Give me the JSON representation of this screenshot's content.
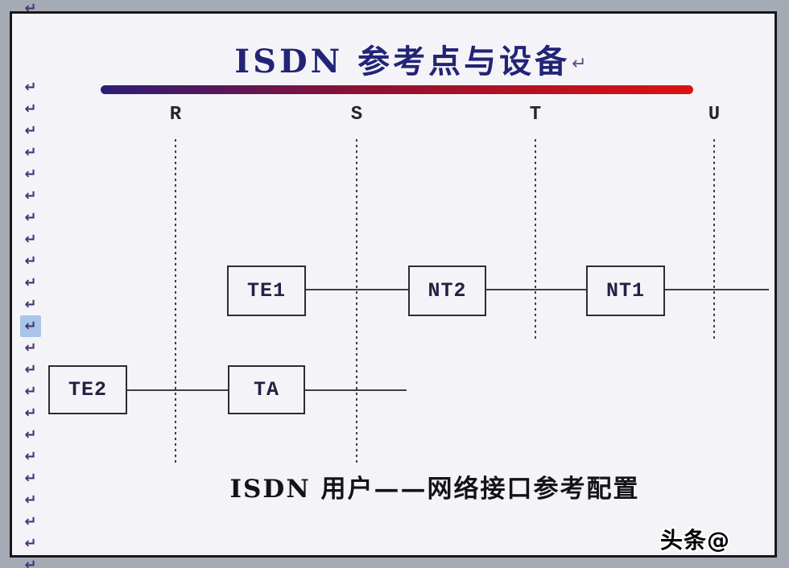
{
  "colors": {
    "outside_bg": "#a4abb5",
    "page_bg": "#f4f4f8",
    "page_border": "#17171c",
    "title": "#232377",
    "bar_left": "#2e1c78",
    "bar_mid": "#8e1133",
    "bar_right": "#dd1111",
    "diagram_line": "#3e3e48",
    "box_border": "#2c2c34",
    "box_label": "#262043",
    "ref_label": "#26262c",
    "caption": "#141418",
    "mark": "#453575",
    "mark_highlight_bg": "#a9c6e9",
    "watermark": "#000000"
  },
  "title": {
    "text": "ISDN 参考点与设备",
    "return_mark": "↵"
  },
  "reference_points": {
    "r": "R",
    "s": "S",
    "t": "T",
    "u": "U"
  },
  "devices": {
    "te1": "TE1",
    "nt2": "NT2",
    "nt1": "NT1",
    "te2": "TE2",
    "ta": "TA"
  },
  "caption": {
    "text": "ISDN 用户——网络接口参考配置"
  },
  "watermark": {
    "text": "头条@"
  },
  "paragraph_marks": {
    "symbol": "↵",
    "column_count": 23,
    "highlighted_index": 11,
    "has_top_mark": true
  }
}
